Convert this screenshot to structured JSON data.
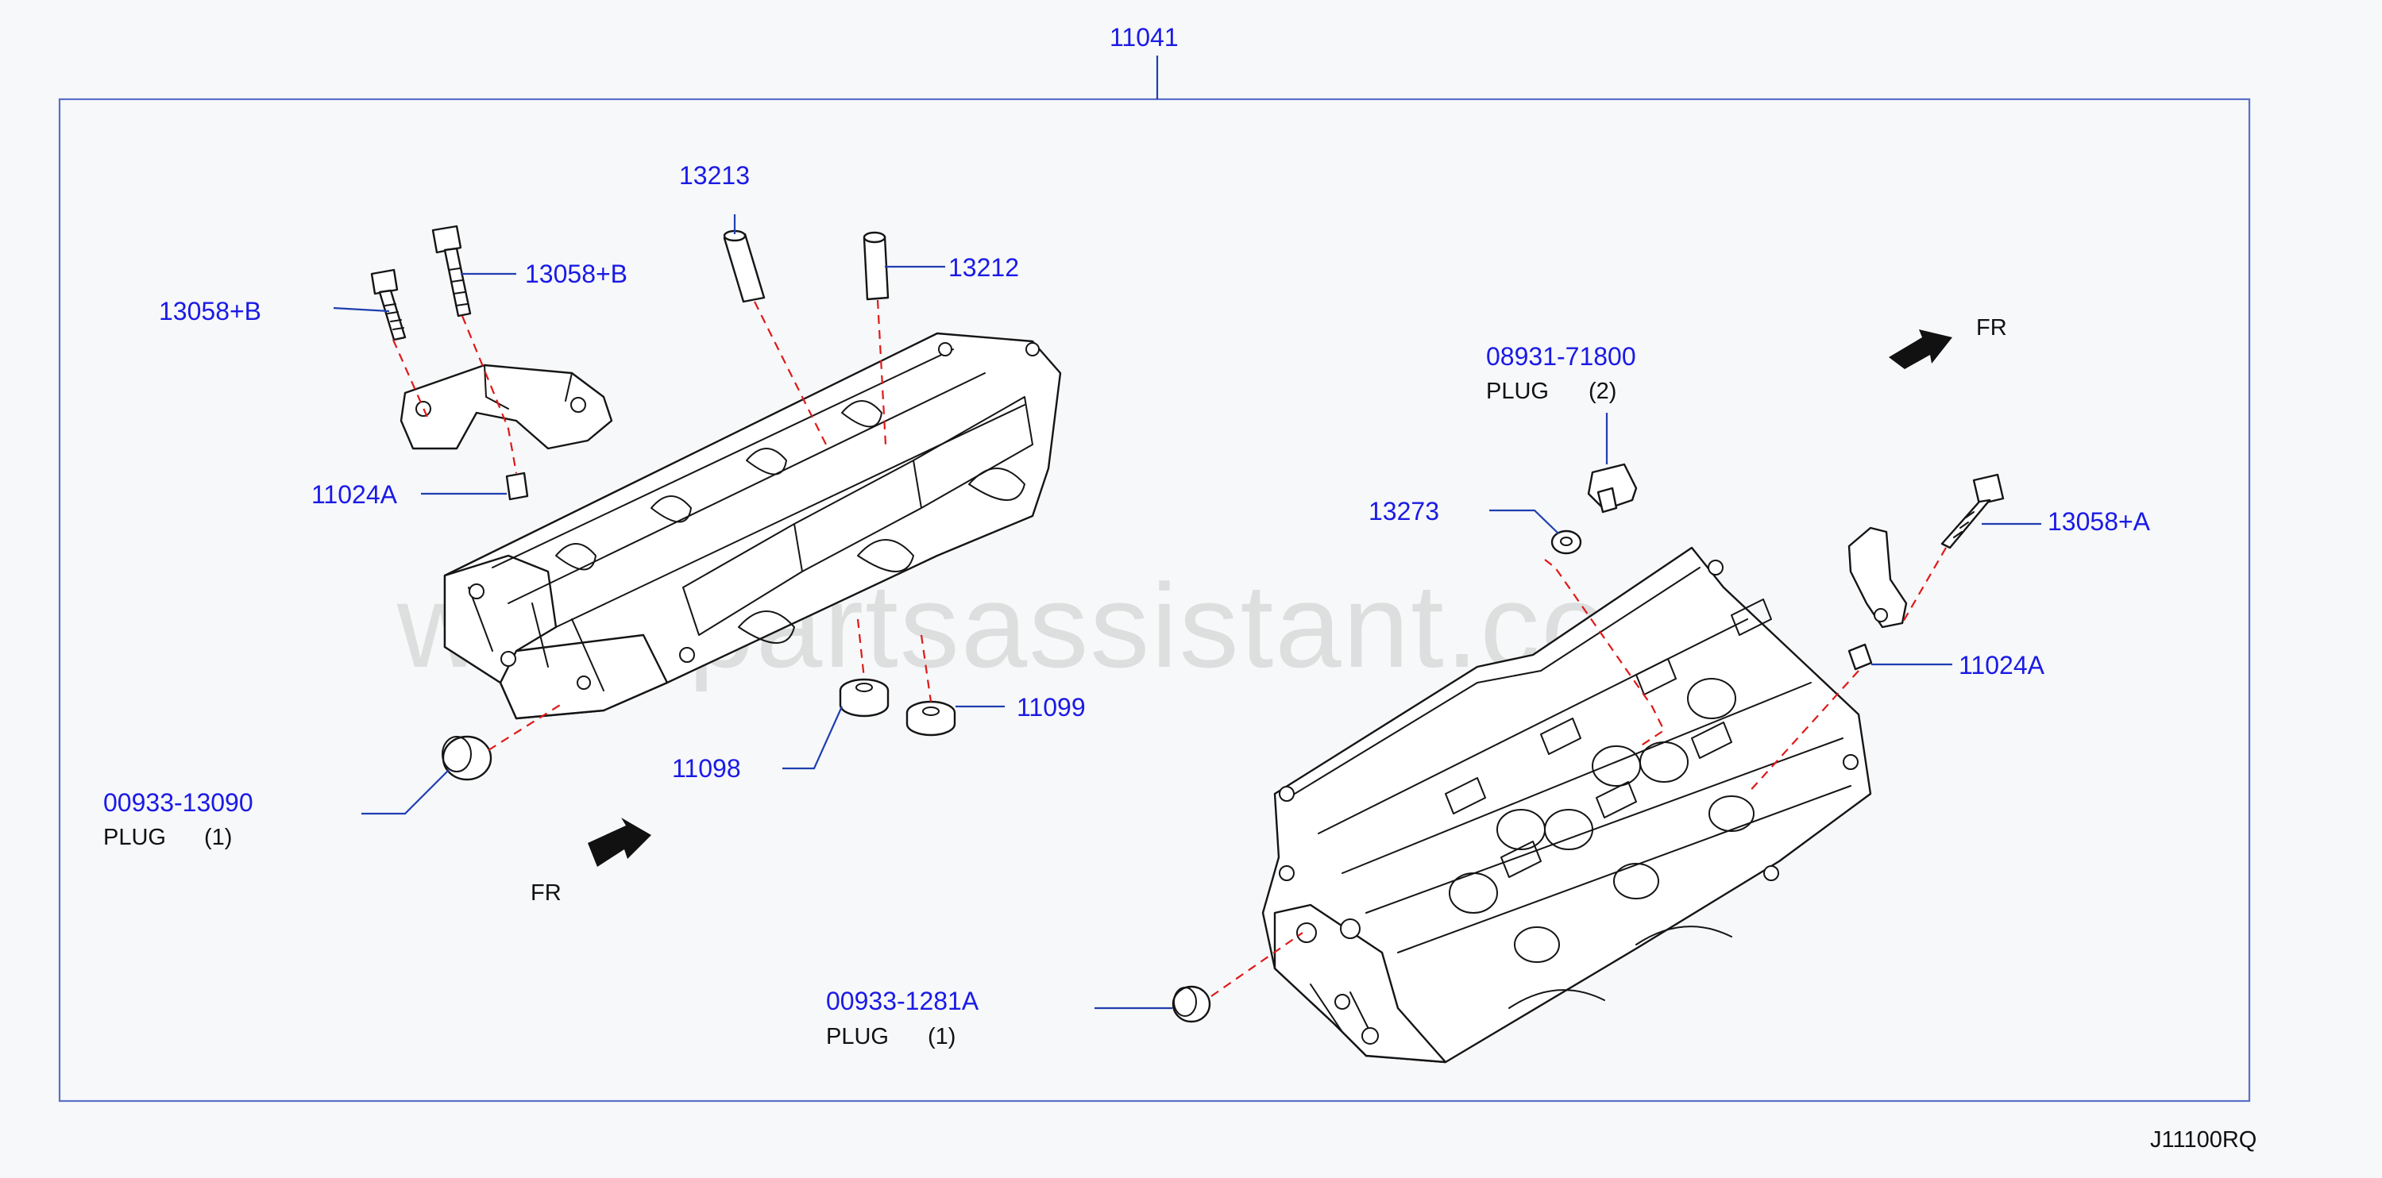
{
  "diagram": {
    "assembly_number": "11041",
    "drawing_code": "J11100RQ",
    "watermark": "www.partsassistant.com",
    "colors": {
      "label_blue": "#1a1ae6",
      "leader_blue": "#1f3fb0",
      "center_line_red": "#e01818",
      "frame_blue": "#5b6fc8",
      "line_art": "#151515"
    },
    "left_head_labels": {
      "bolt_a": "13058+B",
      "bolt_b": "13058+B",
      "guide_13213": "13213",
      "guide_13212": "13212",
      "dowel": "11024A",
      "plug_number": "00933-13090",
      "plug_desc": "PLUG",
      "plug_qty": "(1)",
      "seal_11098": "11098",
      "seal_11099": "11099",
      "front_indicator": "FR"
    },
    "right_head_labels": {
      "plug_top_number": "08931-71800",
      "plug_top_desc": "PLUG",
      "plug_top_qty": "(2)",
      "washer": "13273",
      "bolt": "13058+A",
      "dowel": "11024A",
      "plug_bottom_number": "00933-1281A",
      "plug_bottom_desc": "PLUG",
      "plug_bottom_qty": "(1)",
      "front_indicator": "FR"
    },
    "icons": [
      "front-arrow-icon",
      "front-arrow-icon"
    ]
  }
}
